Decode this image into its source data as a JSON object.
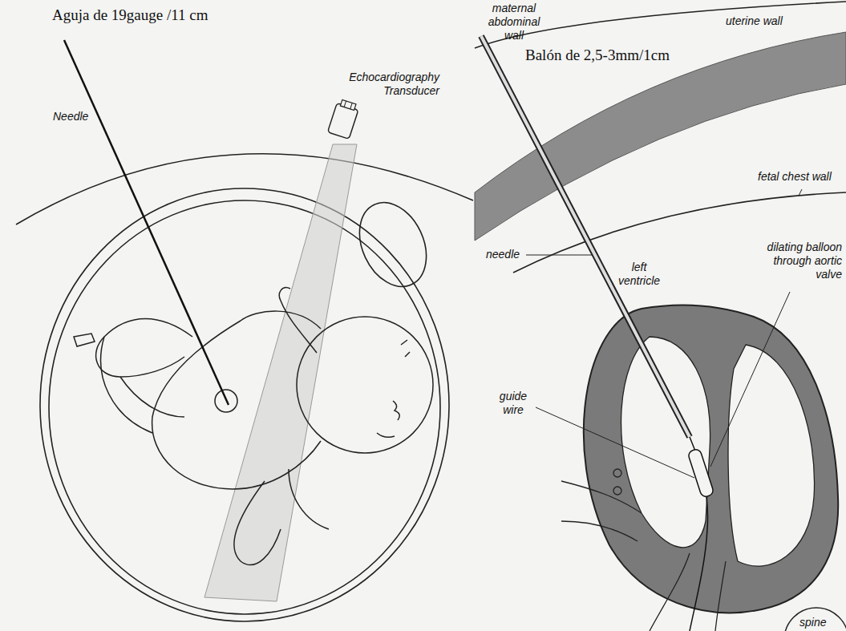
{
  "diagram": {
    "labels": [
      "Aguja de 19gauge /11 cm",
      "Needle",
      "Echocardiography Transducer",
      "maternal abdominal wall",
      "uterine wall",
      "Balón de 2,5-3mm/1cm",
      "fetal chest wall",
      "needle",
      "left ventricle",
      "dilating balloon through aortic valve",
      "guide wire",
      "spine"
    ]
  }
}
